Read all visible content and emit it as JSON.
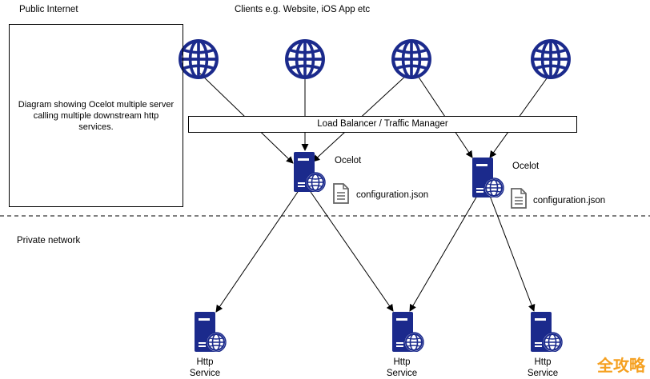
{
  "labels": {
    "public_internet": "Public Internet",
    "private_network": "Private network",
    "clients": "Clients e.g. Website, iOS App etc"
  },
  "note": {
    "text": "Diagram showing Ocelot multiple server calling multiple downstream http services."
  },
  "load_balancer": {
    "label": "Load Balancer / Traffic Manager"
  },
  "gateways": [
    {
      "label": "Ocelot",
      "config": "configuration.json"
    },
    {
      "label": "Ocelot",
      "config": "configuration.json"
    }
  ],
  "services": [
    {
      "label": "Http Service"
    },
    {
      "label": "Http Service"
    },
    {
      "label": "Http Service"
    }
  ],
  "watermark": "全攻略",
  "colors": {
    "globe": "#1b2a8c",
    "server": "#1b2a8c",
    "line": "#000000",
    "doc": "#666666",
    "watermark": "#f5a020"
  },
  "icons": {
    "client": "globe-icon",
    "server": "web-server-icon",
    "config": "document-icon"
  }
}
